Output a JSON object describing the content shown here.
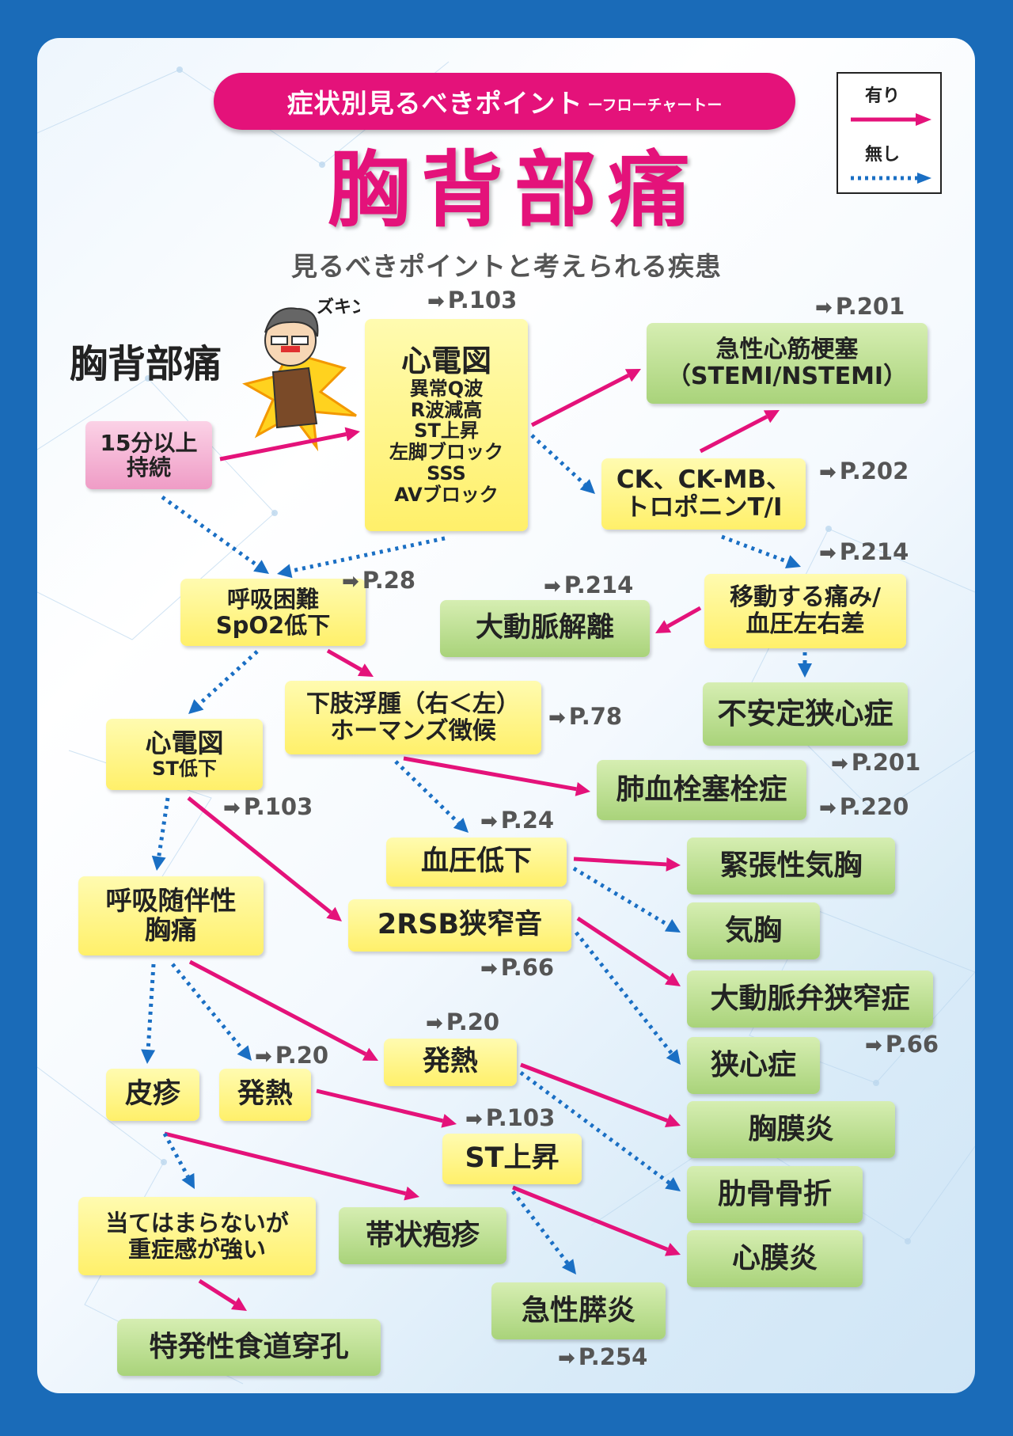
{
  "banner": {
    "main": "症状別見るべきポイント",
    "sub": "ーフローチャートー"
  },
  "legend": {
    "yes": "有り",
    "no": "無し"
  },
  "title": "胸背部痛",
  "subtitle": "見るべきポイントと考えられる疾患",
  "start_label": "胸背部痛",
  "colors": {
    "pink": "#e4127a",
    "blue": "#1a6fc4",
    "yellow": "#fff06a",
    "green": "#a9d37a"
  },
  "nodes": {
    "n15min": [
      "15分以上",
      "持続"
    ],
    "ecg1": [
      "心電図",
      "異常Q波",
      "R波減高",
      "ST上昇",
      "左脚ブロック",
      "SSS",
      "AVブロック"
    ],
    "ami": [
      "急性心筋梗塞",
      "（STEMI/NSTEMI）"
    ],
    "ck": [
      "CK、CK-MB、",
      "トロポニンT/I"
    ],
    "dyspnea": [
      "呼吸困難",
      "SpO2低下"
    ],
    "moving": [
      "移動する痛み/",
      "血圧左右差"
    ],
    "aortic_dissection": [
      "大動脈解離"
    ],
    "unstable_angina": [
      "不安定狭心症"
    ],
    "leg_edema": [
      "下肢浮腫（右＜左）",
      "ホーマンズ徴候"
    ],
    "ecg2": [
      "心電図",
      "ST低下"
    ],
    "pe": [
      "肺血栓塞栓症"
    ],
    "hypotension": [
      "血圧低下"
    ],
    "tension_ptx": [
      "緊張性気胸"
    ],
    "ptx": [
      "気胸"
    ],
    "resp_pain": [
      "呼吸随伴性",
      "胸痛"
    ],
    "murmur": [
      "2RSB狭窄音"
    ],
    "as": [
      "大動脈弁狭窄症"
    ],
    "angina": [
      "狭心症"
    ],
    "fever1": [
      "発熱"
    ],
    "pleuritis": [
      "胸膜炎"
    ],
    "rash": [
      "皮疹"
    ],
    "fever2": [
      "発熱"
    ],
    "rib_fx": [
      "肋骨骨折"
    ],
    "st_up": [
      "ST上昇"
    ],
    "pericarditis": [
      "心膜炎"
    ],
    "not_applicable": [
      "当てはまらないが",
      "重症感が強い"
    ],
    "zoster": [
      "帯状疱疹"
    ],
    "pancreatitis": [
      "急性膵炎"
    ],
    "esophageal": [
      "特発性食道穿孔"
    ]
  },
  "page_refs": {
    "ecg1": "P.103",
    "ami": "P.201",
    "ck": "P.202",
    "moving": "P.214",
    "aortic": "P.214",
    "dyspnea": "P.28",
    "leg": "P.78",
    "unstable": "P.201",
    "pe": "P.220",
    "ecg2": "P.103",
    "hypo": "P.24",
    "murmur": "P.66",
    "as": "P.66",
    "fever1": "P.20",
    "fever2": "P.20",
    "st": "P.103",
    "pancreatitis": "P.254"
  },
  "edges": [
    [
      "n15min",
      "ecg1",
      "yes"
    ],
    [
      "n15min",
      "dyspnea",
      "no"
    ],
    [
      "ecg1",
      "ami",
      "yes"
    ],
    [
      "ecg1",
      "ck",
      "no"
    ],
    [
      "ecg1",
      "dyspnea",
      "no"
    ],
    [
      "ck",
      "ami",
      "yes"
    ],
    [
      "ck",
      "moving",
      "no"
    ],
    [
      "moving",
      "aortic_dissection",
      "yes"
    ],
    [
      "moving",
      "unstable_angina",
      "no"
    ],
    [
      "dyspnea",
      "leg_edema",
      "yes"
    ],
    [
      "dyspnea",
      "ecg2",
      "no"
    ],
    [
      "leg_edema",
      "pe",
      "yes"
    ],
    [
      "leg_edema",
      "hypotension",
      "no"
    ],
    [
      "ecg2",
      "murmur",
      "yes"
    ],
    [
      "ecg2",
      "resp_pain",
      "no"
    ],
    [
      "hypotension",
      "tension_ptx",
      "yes"
    ],
    [
      "hypotension",
      "ptx",
      "no"
    ],
    [
      "murmur",
      "as",
      "yes"
    ],
    [
      "murmur",
      "angina",
      "no"
    ],
    [
      "resp_pain",
      "fever1",
      "yes"
    ],
    [
      "resp_pain",
      "fever2",
      "no"
    ],
    [
      "resp_pain",
      "rash",
      "no"
    ],
    [
      "fever1",
      "pleuritis",
      "yes"
    ],
    [
      "fever1",
      "rib_fx",
      "no"
    ],
    [
      "fever2",
      "st_up",
      "yes"
    ],
    [
      "st_up",
      "pericarditis",
      "yes"
    ],
    [
      "st_up",
      "pancreatitis",
      "no"
    ],
    [
      "rash",
      "zoster",
      "yes"
    ],
    [
      "rash",
      "not_applicable",
      "no"
    ],
    [
      "not_applicable",
      "esophageal",
      "yes"
    ]
  ]
}
